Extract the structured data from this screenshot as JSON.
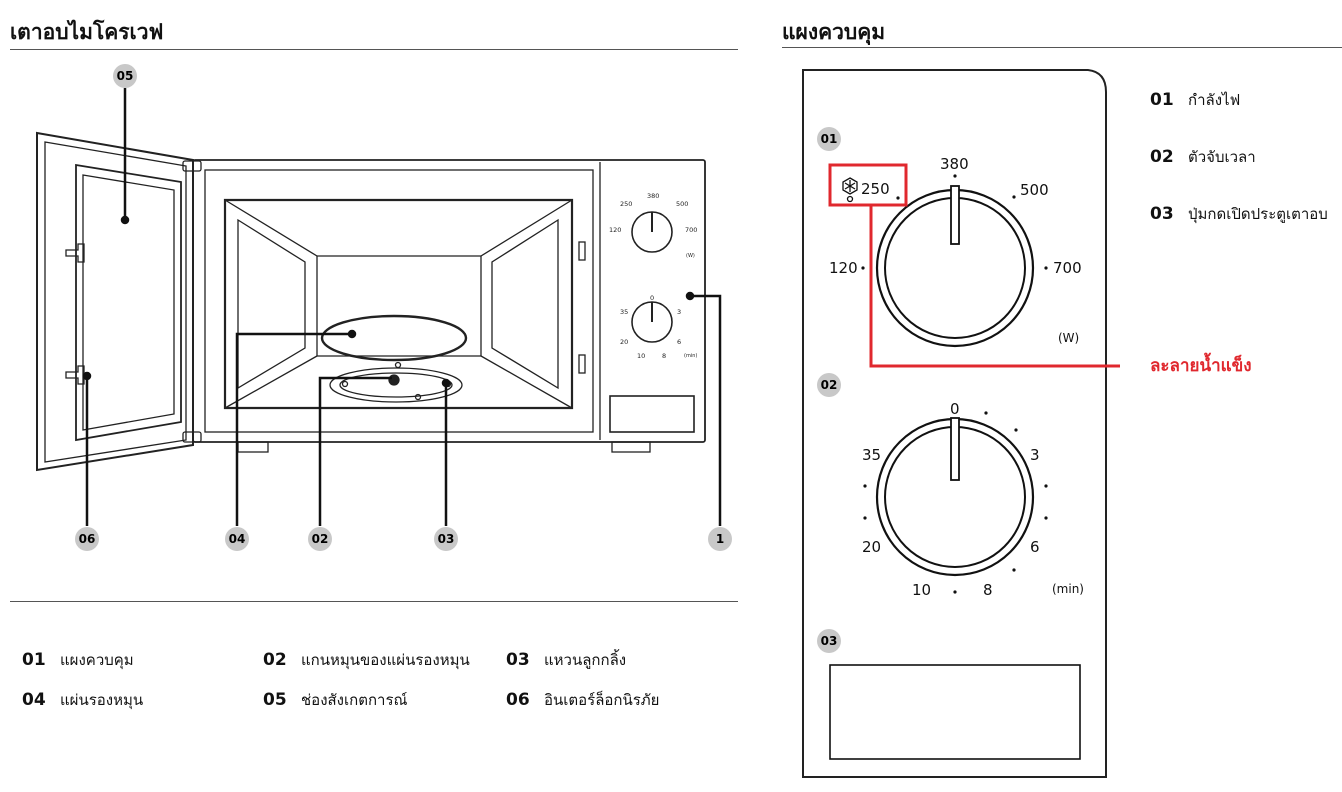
{
  "left": {
    "title": "เตาอบไมโครเวฟ",
    "markers": {
      "m05": "05",
      "m06": "06",
      "m04": "04",
      "m02": "02",
      "m03": "03",
      "m1": "1"
    },
    "mini_panel": {
      "power": {
        "p250": "250",
        "p380": "380",
        "p500": "500",
        "p120": "120",
        "p700": "700",
        "unit": "(W)"
      },
      "timer": {
        "t0": "0",
        "t35": "35",
        "t3": "3",
        "t20": "20",
        "t6": "6",
        "t10": "10",
        "t8": "8",
        "unit": "(min)"
      }
    },
    "legend": [
      {
        "num": "01",
        "label": "แผงควบคุม"
      },
      {
        "num": "02",
        "label": "แกนหมุนของแผ่นรองหมุน"
      },
      {
        "num": "03",
        "label": "แหวนลูกกลิ้ง"
      },
      {
        "num": "04",
        "label": "แผ่นรองหมุน"
      },
      {
        "num": "05",
        "label": "ช่องสังเกตการณ์"
      },
      {
        "num": "06",
        "label": "อินเตอร์ล็อกนิรภัย"
      }
    ]
  },
  "right": {
    "title": "แผงควบคุม",
    "markers": {
      "m01": "01",
      "m02": "02",
      "m03": "03"
    },
    "power_dial": {
      "l250": "250",
      "l380": "380",
      "l500": "500",
      "l120": "120",
      "l700": "700",
      "unit": "(W)"
    },
    "timer_dial": {
      "l0": "0",
      "l35": "35",
      "l3": "3",
      "l20": "20",
      "l6": "6",
      "l10": "10",
      "l8": "8",
      "unit": "(min)"
    },
    "callout": "ละลายน้ำแข็ง",
    "legend": [
      {
        "num": "01",
        "label": "กำลังไฟ"
      },
      {
        "num": "02",
        "label": "ตัวจับเวลา"
      },
      {
        "num": "03",
        "label": "ปุ่มกดเปิดประตูเตาอบ"
      }
    ],
    "accent_color": "#e0282e"
  }
}
